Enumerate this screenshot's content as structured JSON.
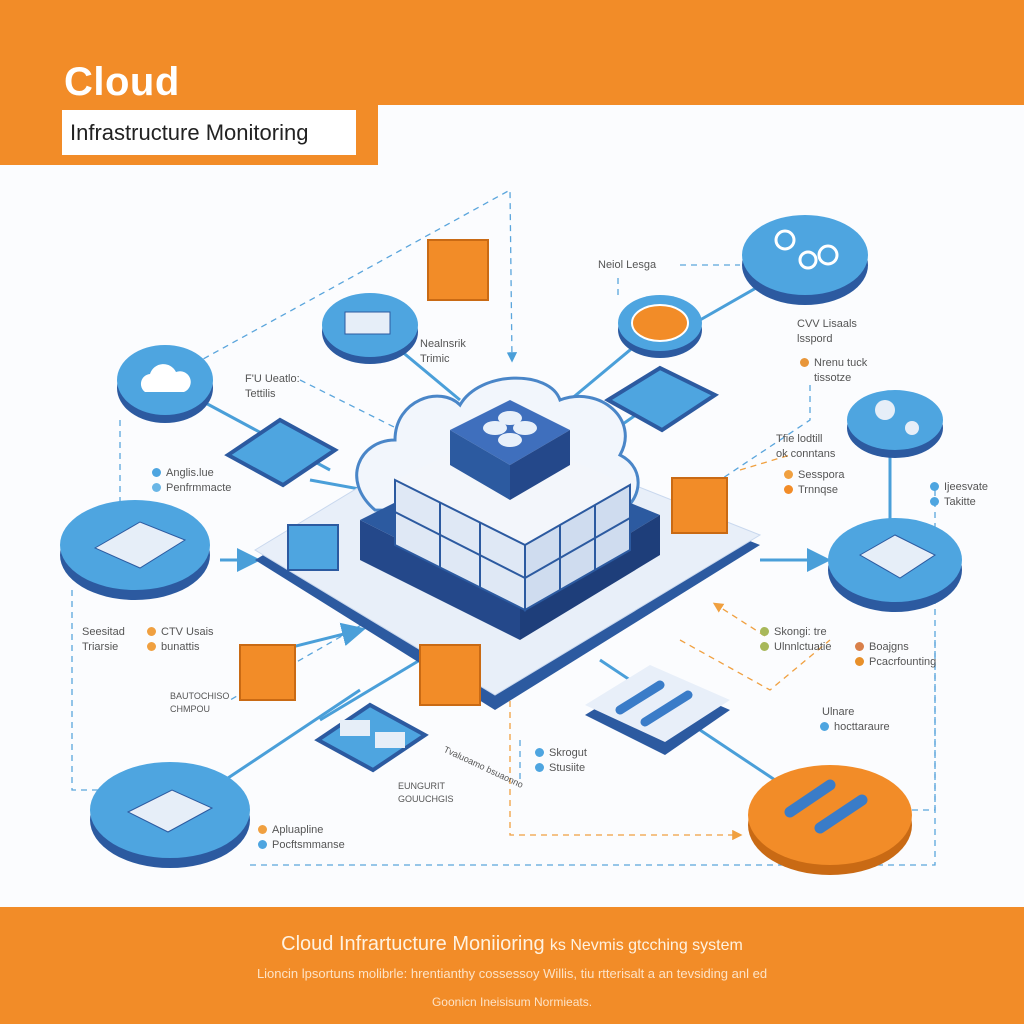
{
  "header": {
    "title": "Cloud",
    "subtitle": "Infrastructure Monitoring"
  },
  "footer": {
    "headline": "Cloud Infrartucture Moniioring",
    "headline_tail": "ks Nevmis gtcching system",
    "line2": "Lioncin lpsortuns molibrle: hrentianthy cossessoy Willis, tiu rtterisalt a an tevsiding anl ed",
    "line3": "Goonicn Ineisisum Normieats."
  },
  "labels": {
    "neiol_lesga": "Neiol Lesga",
    "nealnsrik": [
      "Nealnsrik",
      "Trimic"
    ],
    "fpu": [
      "F'U Ueatlo:",
      "Tettilis"
    ],
    "cvv_top": [
      "CVV Lisaals",
      "lsspord"
    ],
    "nrenu": [
      "Nrenu tuck",
      "tissotze"
    ],
    "tfie": [
      "Tfie lodtill",
      "ok conntans"
    ],
    "sesspora": [
      "Sesspora",
      "Trnnqse"
    ],
    "ijeesvate": [
      "Ijeesvate",
      "Takitte"
    ],
    "anglis": [
      "Anglis.lue",
      "Penfrmmacte"
    ],
    "seesitad": [
      "Seesitad",
      "Triarsie"
    ],
    "ctv_left": [
      "CTV Usais",
      "bunattis"
    ],
    "bautochiso": [
      "BAUTOCHISO",
      "CHMPOU"
    ],
    "skongi": [
      "Skongi: tre",
      "Ulnnlctuatie"
    ],
    "boajgns": [
      "Boajgns",
      "Pcacrfounting"
    ],
    "ulnare": [
      "Ulnare",
      "hocttaraure"
    ],
    "eungurit": [
      "EUNGURIT",
      "GOUUCHGIS"
    ],
    "diag_text": "Tvaluoamo bsuaonno",
    "skrogut": [
      "Skrogut",
      "Stusiite"
    ],
    "aplucaptine": [
      "Apluapline",
      "Pocftsmmanse"
    ]
  },
  "colors": {
    "orange": "#f28c28",
    "blue": "#4a9fd9",
    "navy": "#2c5aa0",
    "green": "#a8b85a"
  }
}
